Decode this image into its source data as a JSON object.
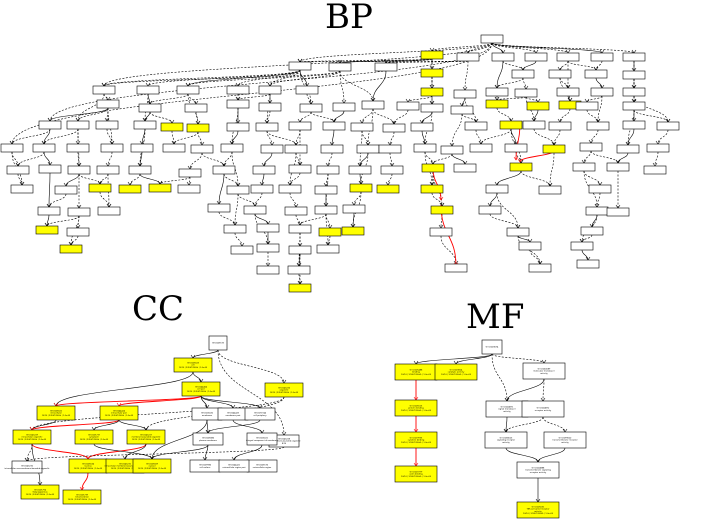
{
  "titles": {
    "bp": "BP",
    "cc": "CC",
    "mf": "MF"
  },
  "colors": {
    "significant_fill": "#ffff00",
    "node_fill": "#ffffff",
    "node_stroke": "#000000",
    "red_edge": "#ff0000"
  },
  "cc": {
    "nodes": [
      {
        "id": "root",
        "lines": [
          "GO:0005575"
        ],
        "sig": false
      },
      {
        "id": "cell",
        "lines": [
          "GO:0005623",
          "cell",
          "10/10 | 9/9/67/200/k | 1.0e-05"
        ],
        "sig": true
      },
      {
        "id": "cellpart",
        "lines": [
          "GO:0044464",
          "cell part",
          "10/10 | 9/9/67/200/k | 1.0e-05"
        ],
        "sig": true
      },
      {
        "id": "intracellular",
        "lines": [
          "GO:0005622",
          "intracellular",
          "10/10 | 9/9/67/200/k | 1.0e-05"
        ],
        "sig": true
      },
      {
        "id": "intrapart",
        "lines": [
          "GO:0044424",
          "intracellular part",
          "10/10 | 9/9/67/200/k | 1.0e-05"
        ],
        "sig": true
      },
      {
        "id": "organelle",
        "lines": [
          "GO:0043226",
          "organelle",
          "10/10 | 9/9/67/200/k | 1.0e-05"
        ],
        "sig": true
      },
      {
        "id": "intraorg",
        "lines": [
          "GO:0043229",
          "intracellular organelle",
          "10/10 | 9/9/67/200/k | 1.0e-05"
        ],
        "sig": true
      },
      {
        "id": "membrane_org",
        "lines": [
          "GO:0043227",
          "membrane-bounded organelle",
          "10/10 | 9/9/67/200/k | 1.0e-05"
        ],
        "sig": true
      },
      {
        "id": "cytoplasm",
        "lines": [
          "GO:0005737",
          "cytoplasm",
          "10/10 | 9/9/67/200/k | 1.0e-05"
        ],
        "sig": true
      },
      {
        "id": "nucleus",
        "lines": [
          "GO:0005634",
          "nucleus",
          "10/10 | 9/9/67/200/k | 1.0e-05"
        ],
        "sig": true
      },
      {
        "id": "intra_mb_org",
        "lines": [
          "GO:0043231",
          "intracellular membrane-bounded organelle",
          "10/10 | 9/9/67/200/k | 1.0e-05"
        ],
        "sig": true
      },
      {
        "id": "nonmb",
        "lines": [
          "GO:0043228",
          "non-membrane-bounded organelle",
          "8/10"
        ],
        "sig": false
      },
      {
        "id": "intra_nonmb",
        "lines": [
          "GO:0043232",
          "intracellular non-membrane-bounded organelle"
        ],
        "sig": false
      },
      {
        "id": "cytosol",
        "lines": [
          "GO:0005829",
          "cytosol",
          "10/10 | 9/9/67/200/k | 1.0e-05"
        ],
        "sig": true
      },
      {
        "id": "membrane",
        "lines": [
          "GO:0016020",
          "membrane"
        ],
        "sig": false
      },
      {
        "id": "membrane_part",
        "lines": [
          "GO:0044425",
          "membrane part"
        ],
        "sig": false
      },
      {
        "id": "cell_periphery",
        "lines": [
          "GO:0071944",
          "cell periphery"
        ],
        "sig": false
      },
      {
        "id": "plasma_membrane",
        "lines": [
          "GO:0005886",
          "plasma membrane"
        ],
        "sig": false
      },
      {
        "id": "integral",
        "lines": [
          "GO:0016021",
          "integral component of membrane"
        ],
        "sig": false
      },
      {
        "id": "cell_surface",
        "lines": [
          "GO:0009986",
          "cell surface"
        ],
        "sig": false
      },
      {
        "id": "extracellular",
        "lines": [
          "GO:0005576",
          "extracellular region"
        ],
        "sig": false
      },
      {
        "id": "extra_part",
        "lines": [
          "GO:0044421",
          "extracellular region part"
        ],
        "sig": false
      },
      {
        "id": "golgi",
        "lines": [
          "GO:0005794",
          "Golgi apparatus",
          "10/10 | 9/9/67/200/k | 1.0e-05"
        ],
        "sig": true
      },
      {
        "id": "mitochondrion",
        "lines": [
          "GO:0005739",
          "mitochondrion",
          "10/10 | 9/9/67/200/k | 1.0e-05"
        ],
        "sig": true
      }
    ]
  },
  "mf": {
    "nodes": [
      {
        "id": "root",
        "lines": [
          "GO:0003674"
        ],
        "sig": false
      },
      {
        "id": "binding",
        "lines": [
          "GO:0005488",
          "binding",
          "10/10 | 9/9/67/200/k | 1.0e-05"
        ],
        "sig": true
      },
      {
        "id": "catalytic",
        "lines": [
          "GO:0003824",
          "catalytic activity",
          "10/10 | 9/9/67/200/k | 1.0e-05"
        ],
        "sig": true
      },
      {
        "id": "transducer",
        "lines": [
          "GO:0060089",
          "molecular transducer",
          "activity"
        ],
        "sig": false
      },
      {
        "id": "protein_binding",
        "lines": [
          "GO:0005515",
          "protein binding",
          "10/10 | 9/9/67/200/k | 1.0e-05"
        ],
        "sig": true
      },
      {
        "id": "signal_transducer",
        "lines": [
          "GO:0004871",
          "signal transducer",
          "activity"
        ],
        "sig": false
      },
      {
        "id": "receptor",
        "lines": [
          "GO:0004872",
          "receptor activity"
        ],
        "sig": false
      },
      {
        "id": "cytokine_binding",
        "lines": [
          "GO:0019955",
          "cytokine binding",
          "10/10 | 9/9/67/200/k | 1.0e-05"
        ],
        "sig": true
      },
      {
        "id": "signaling_receptor",
        "lines": [
          "GO:0038023",
          "signaling receptor",
          "activity"
        ],
        "sig": false
      },
      {
        "id": "transmembrane_receptor",
        "lines": [
          "GO:0099600",
          "transmembrane receptor",
          "activity"
        ],
        "sig": false
      },
      {
        "id": "actin_binding",
        "lines": [
          "GO:0003779",
          "actin binding",
          "10/10 | 9/9/67/200/k | 1.0e-05"
        ],
        "sig": true
      },
      {
        "id": "transmembrane_signaling",
        "lines": [
          "GO:0004888",
          "transmembrane signaling",
          "receptor activity"
        ],
        "sig": false
      },
      {
        "id": "tnf_receptor",
        "lines": [
          "GO:0005031",
          "TNF-activated receptor",
          "activity",
          "10/10 | 9/9/67/200/k | 1.0e-05"
        ],
        "sig": true
      }
    ]
  }
}
